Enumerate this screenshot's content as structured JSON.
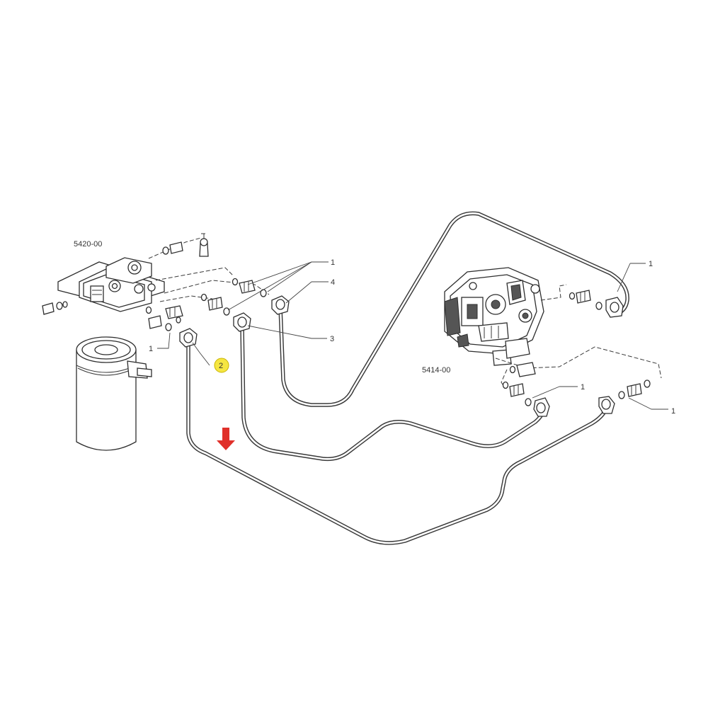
{
  "assemblies": {
    "filter_head": "5420-00",
    "injection_pump": "5414-00"
  },
  "callouts": {
    "c1_a": "1",
    "c4": "4",
    "c3": "3",
    "c1_filter": "1",
    "c2_highlight": "2",
    "c1_pump_top": "1",
    "c1_pump_mid": "1",
    "c1_pump_right": "1"
  },
  "colors": {
    "highlight": "#f5e642",
    "arrow": "#e0302a",
    "line": "#3a3a3a"
  }
}
